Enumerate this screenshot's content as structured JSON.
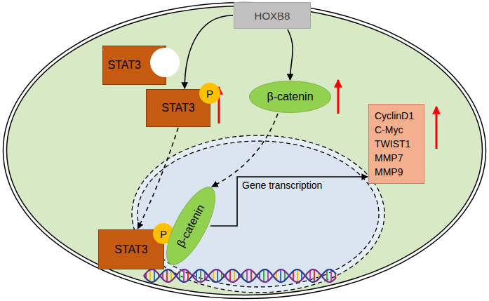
{
  "diagram": {
    "nodes": [
      {
        "text": [
          "HOXB8"
        ]
      },
      {
        "text": [
          "STAT3"
        ]
      },
      {
        "text": [
          "STAT3"
        ]
      },
      {
        "text": [
          "P"
        ],
        "in": 2
      },
      {
        "text": [
          "β-catenin"
        ]
      },
      {
        "text": [
          "STAT3"
        ]
      },
      {
        "text": [
          "P"
        ],
        "in": 5
      },
      {
        "text": [
          "β-catenin"
        ]
      },
      {
        "text": [
          "CyclinD1",
          "C-Myc",
          "TWIST1",
          "MMP7",
          "MMP9"
        ]
      }
    ],
    "edges": [
      {
        "from": 0,
        "to": 2,
        "arrow": "to"
      },
      {
        "from": 0,
        "to": 4,
        "arrow": "to"
      },
      {
        "from": 2,
        "to": 5,
        "arrow": "to"
      },
      {
        "from": 4,
        "to": 7,
        "arrow": "to"
      },
      {
        "from": 7,
        "to": 8,
        "label": "Gene transcription",
        "arrow": "to"
      }
    ]
  }
}
